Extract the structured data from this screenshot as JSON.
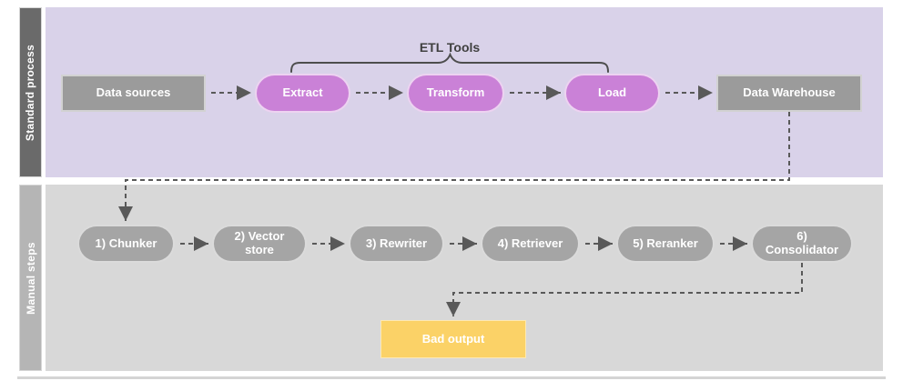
{
  "colors": {
    "lane_standard_bg": "#d9d2e9",
    "lane_manual_bg": "#d8d8d8",
    "standard_label_bg": "#6a6a6a",
    "manual_label_bg": "#b5b5b5",
    "etl_pill_fill": "#ca81d7",
    "gray_box_fill": "#9b9b9b",
    "gray_pill_fill": "#a5a5a5",
    "bad_output_fill": "#fbd267",
    "node_text": "#ffffff",
    "arrow_color": "#595959",
    "bracket_color": "#4d4d4d",
    "bracket_text_color": "#404040"
  },
  "lanes": {
    "standard": {
      "label": "Standard process"
    },
    "manual": {
      "label": "Manual steps"
    }
  },
  "standard_process": {
    "bracket_label": "ETL Tools",
    "data_sources": "Data sources",
    "extract": "Extract",
    "transform": "Transform",
    "load": "Load",
    "data_warehouse": "Data Warehouse"
  },
  "manual_steps": {
    "chunker": "1) Chunker",
    "vector_store": "2) Vector store",
    "rewriter": "3) Rewriter",
    "retriever": "4) Retriever",
    "reranker": "5) Reranker",
    "consolidator": "6) Consolidator",
    "bad_output": "Bad output"
  }
}
